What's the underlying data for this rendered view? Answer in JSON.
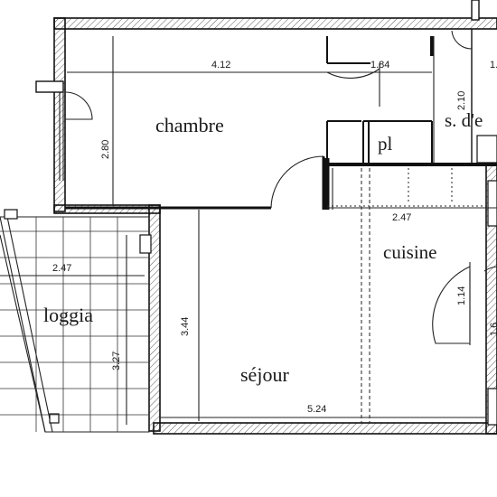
{
  "rooms": {
    "chambre": "chambre",
    "salle_d_eau": "s. d'e",
    "placard": "pl",
    "cuisine": "cuisine",
    "loggia": "loggia",
    "sejour": "séjour"
  },
  "dimensions": {
    "chambre_width": "4.12",
    "corridor_width": "1.84",
    "right_edge": "1.",
    "chambre_depth": "2.80",
    "sde_depth": "2.10",
    "kitchen_width": "2.47",
    "loggia_width": "2.47",
    "loggia_depth": "3.27",
    "sejour_depth": "3.44",
    "cuisine_door": "1.14",
    "sejour_width": "5.24",
    "right_partial": "1.6"
  }
}
